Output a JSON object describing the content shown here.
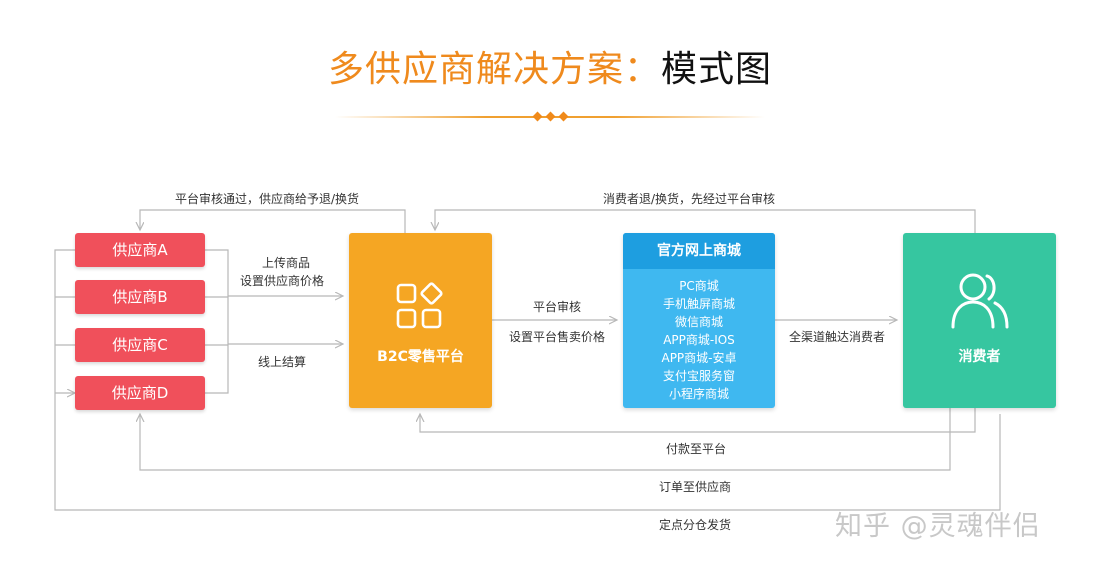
{
  "title": {
    "main": "多供应商解决方案",
    "separator": "：",
    "sub": "模式图"
  },
  "suppliers": [
    "供应商A",
    "供应商B",
    "供应商C",
    "供应商D"
  ],
  "b2c": {
    "label": "B2C零售平台"
  },
  "shop": {
    "header": "官方网上商城",
    "items": [
      "PC商城",
      "手机触屏商城",
      "微信商城",
      "APP商城-IOS",
      "APP商城-安卓",
      "支付宝服务窗",
      "小程序商城"
    ]
  },
  "consumer": {
    "label": "消费者"
  },
  "labels": {
    "top_left": "平台审核通过，供应商给予退/换货",
    "top_right": "消费者退/换货，先经过平台审核",
    "upload_line1": "上传商品",
    "upload_line2": "设置供应商价格",
    "settle": "线上结算",
    "review": "平台审核",
    "set_price": "设置平台售卖价格",
    "reach": "全渠道触达消费者",
    "pay": "付款至平台",
    "order": "订单至供应商",
    "ship": "定点分仓发货"
  },
  "watermark": "知乎 @灵魂伴侣",
  "colors": {
    "title_accent": "#ef8a1d",
    "supplier": "#f0505b",
    "b2c": "#f5a623",
    "shop": "#3fb8f0",
    "shop_header": "#1e9ee0",
    "consumer": "#36c6a0",
    "connector": "#b8b8b8"
  },
  "icons": [
    "apps-grid-icon",
    "users-icon"
  ]
}
